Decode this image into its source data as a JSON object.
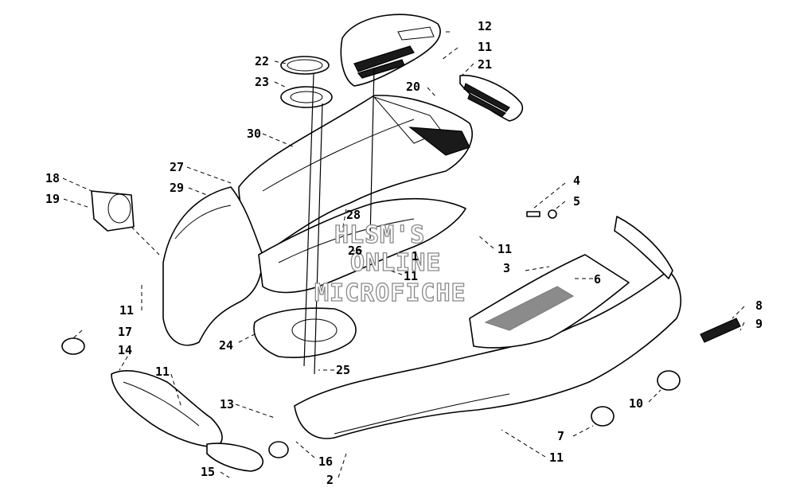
{
  "watermark": {
    "line1": "HLSM'S",
    "line2": "ONLINE",
    "line3": "MICROFICHE"
  },
  "callouts": {
    "c1": "1",
    "c2": "2",
    "c3": "3",
    "c4": "4",
    "c5": "5",
    "c6": "6",
    "c7": "7",
    "c8": "8",
    "c9": "9",
    "c10": "10",
    "c11a": "11",
    "c11b": "11",
    "c11c": "11",
    "c11d": "11",
    "c11e": "11",
    "c11f": "11",
    "c12": "12",
    "c13": "13",
    "c14": "14",
    "c15": "15",
    "c16": "16",
    "c17": "17",
    "c18": "18",
    "c19": "19",
    "c20": "20",
    "c21": "21",
    "c22": "22",
    "c23": "23",
    "c24": "24",
    "c25": "25",
    "c26": "26",
    "c27": "27",
    "c28": "28",
    "c29": "29",
    "c30": "30"
  }
}
